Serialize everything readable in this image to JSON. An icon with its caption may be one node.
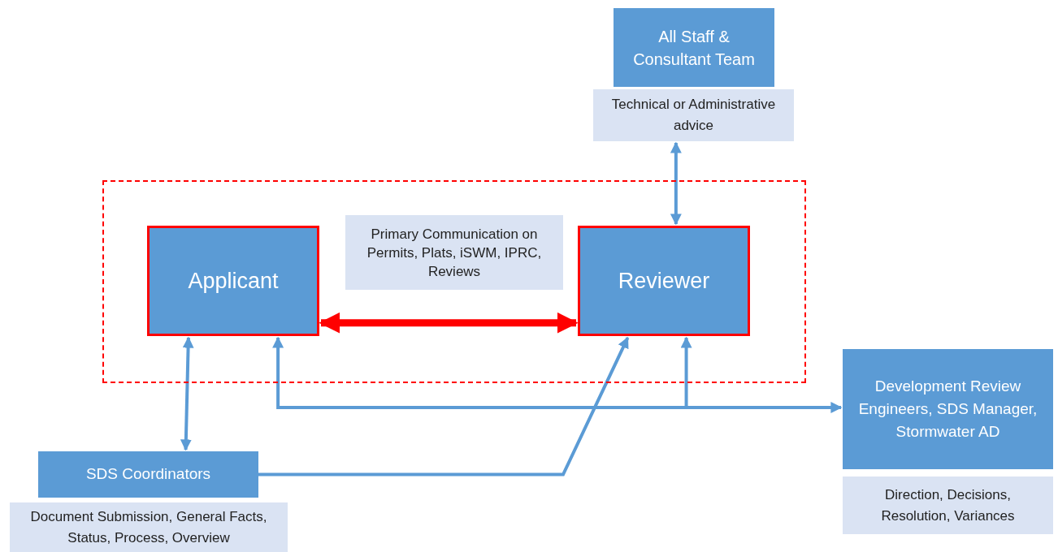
{
  "diagram": {
    "nodes": [
      {
        "text": [],
        "shape": "box"
      },
      {
        "text": [
          "Applicant"
        ],
        "in": 0
      },
      {
        "text": [
          "Reviewer"
        ],
        "in": 0
      },
      {
        "text": [
          "Primary Communication on Permits, Plats, iSWM, IPRC, Reviews"
        ],
        "in": 0
      },
      {
        "text": [
          "All Staff & Consultant Team"
        ]
      },
      {
        "text": [
          "Technical or Administrative advice"
        ]
      },
      {
        "text": [
          "SDS Coordinators"
        ]
      },
      {
        "text": [
          "Document Submission, General Facts, Status, Process, Overview"
        ]
      },
      {
        "text": [
          "Development Review Engineers, SDS Manager, Stormwater AD"
        ]
      },
      {
        "text": [
          "Direction, Decisions, Resolution, Variances"
        ]
      }
    ],
    "edges": [
      {
        "from": 1,
        "to": 2,
        "arrow": "both",
        "style": "thick",
        "color": "#ff0000"
      },
      {
        "from": 5,
        "to": 2,
        "arrow": "both"
      },
      {
        "from": 1,
        "to": 6,
        "arrow": "both"
      },
      {
        "from": 6,
        "to": 2,
        "arrow": "to"
      },
      {
        "from": 1,
        "to": 8,
        "arrow": "both"
      },
      {
        "from": 8,
        "to": 2,
        "arrow": "to"
      }
    ]
  }
}
